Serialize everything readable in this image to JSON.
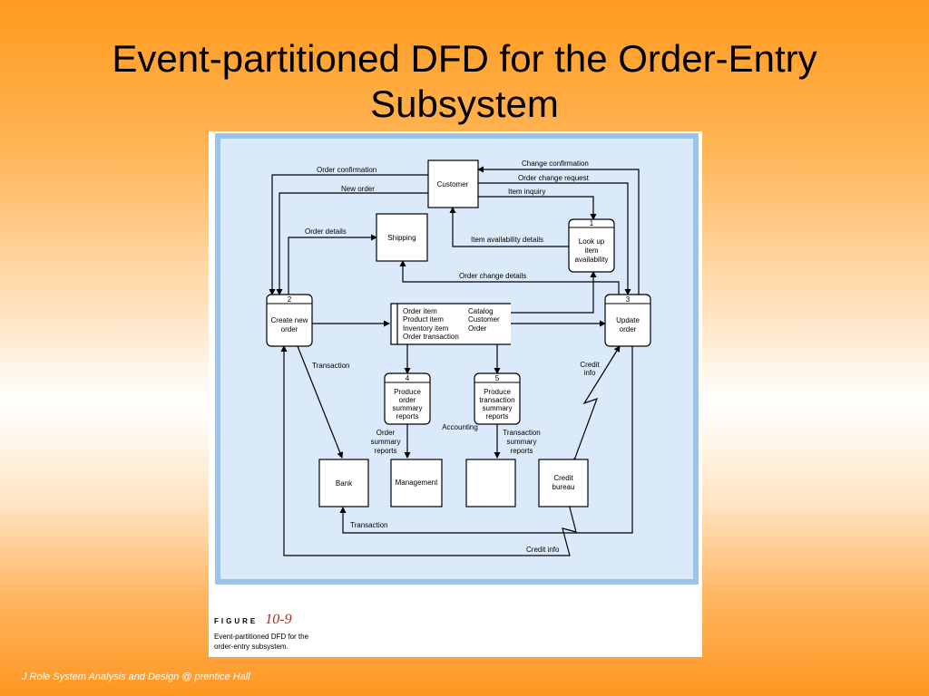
{
  "slide": {
    "title_line1": "Event-partitioned DFD for the Order-Entry",
    "title_line2": "Subsystem",
    "footer": "J Role System Analysis and Design @ prentice Hall"
  },
  "figure": {
    "label": "FIGURE",
    "number": "10-9",
    "caption_line1": "Event-partitioned DFD for the",
    "caption_line2": "order-entry subsystem."
  },
  "diagram": {
    "entities": {
      "customer": "Customer",
      "shipping": "Shipping",
      "bank": "Bank",
      "management": "Management",
      "accounting": "Accounting",
      "credit_bureau_1": "Credit",
      "credit_bureau_2": "bureau"
    },
    "processes": {
      "p1_num": "1",
      "p1_l1": "Look up",
      "p1_l2": "item",
      "p1_l3": "availability",
      "p2_num": "2",
      "p2_l1": "Create new",
      "p2_l2": "order",
      "p3_num": "3",
      "p3_l1": "Update",
      "p3_l2": "order",
      "p4_num": "4",
      "p4_l1": "Produce",
      "p4_l2": "order",
      "p4_l3": "summary",
      "p4_l4": "reports",
      "p5_num": "5",
      "p5_l1": "Produce",
      "p5_l2": "transaction",
      "p5_l3": "summary",
      "p5_l4": "reports"
    },
    "datastore": {
      "left": [
        "Order item",
        "Product item",
        "Inventory item",
        "Order transaction"
      ],
      "right": [
        "Catalog",
        "Customer",
        "Order"
      ]
    },
    "flows": {
      "order_confirmation": "Order confirmation",
      "new_order": "New order",
      "change_confirmation": "Change confirmation",
      "order_change_request": "Order change request",
      "item_inquiry": "Item inquiry",
      "order_details": "Order details",
      "item_availability_details": "Item availability details",
      "order_change_details": "Order change details",
      "transaction_1": "Transaction",
      "credit_info_a_1": "Credit",
      "credit_info_a_2": "info",
      "order_summary_reports_1": "Order",
      "order_summary_reports_2": "summary",
      "order_summary_reports_3": "reports",
      "transaction_summary_reports_1": "Transaction",
      "transaction_summary_reports_2": "summary",
      "transaction_summary_reports_3": "reports",
      "transaction_2": "Transaction",
      "credit_info_b": "Credit info"
    }
  }
}
